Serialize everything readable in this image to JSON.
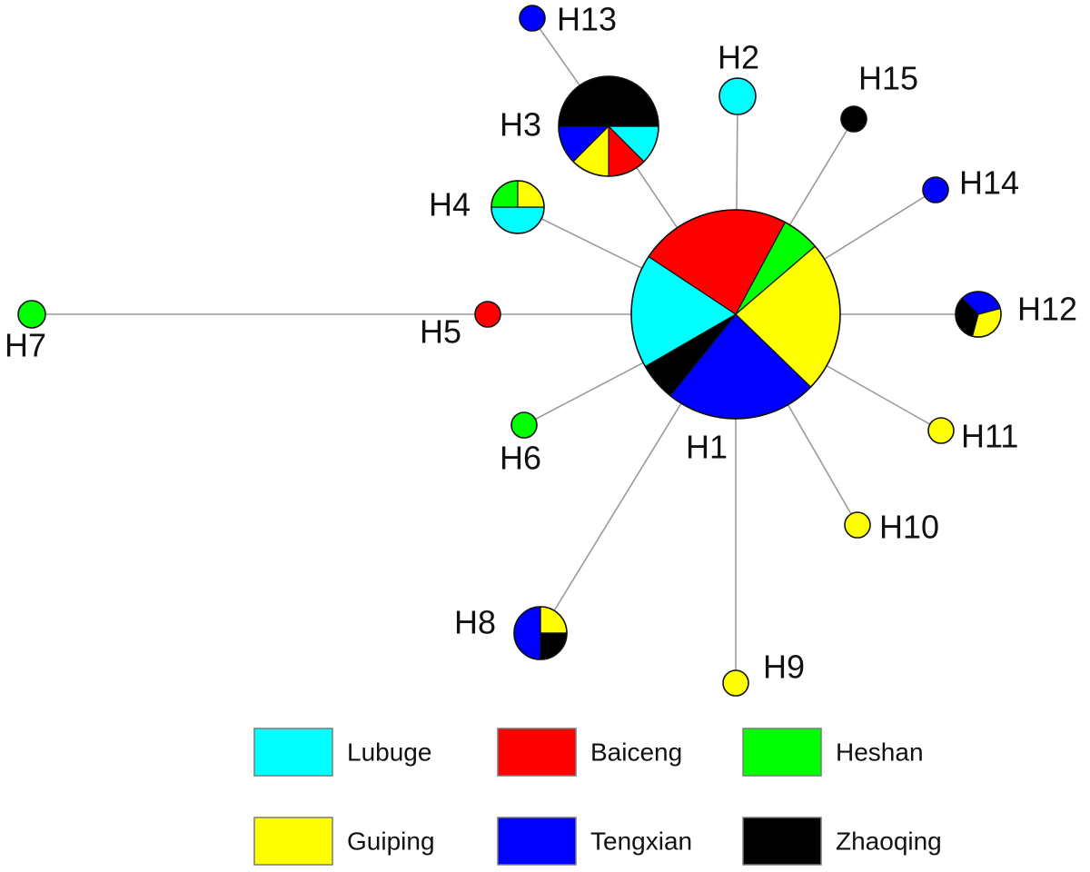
{
  "network": {
    "populations": [
      {
        "key": "lubuge",
        "name": "Lubuge",
        "color": "#00ffff"
      },
      {
        "key": "baiceng",
        "name": "Baiceng",
        "color": "#ff0000"
      },
      {
        "key": "heshan",
        "name": "Heshan",
        "color": "#00ff00"
      },
      {
        "key": "guiping",
        "name": "Guiping",
        "color": "#ffff00"
      },
      {
        "key": "tengxian",
        "name": "Tengxian",
        "color": "#0000ff"
      },
      {
        "key": "zhaoqing",
        "name": "Zhaoqing",
        "color": "#000000"
      }
    ],
    "haplotypes": [
      {
        "id": "H1",
        "label": "H1",
        "composition": [
          [
            "lubuge",
            3
          ],
          [
            "baiceng",
            4
          ],
          [
            "heshan",
            1
          ],
          [
            "guiping",
            4
          ],
          [
            "tengxian",
            4
          ],
          [
            "zhaoqing",
            1
          ]
        ]
      },
      {
        "id": "H2",
        "label": "H2",
        "composition": [
          [
            "lubuge",
            1
          ]
        ]
      },
      {
        "id": "H3",
        "label": "H3",
        "composition": [
          [
            "lubuge",
            1
          ],
          [
            "baiceng",
            1
          ],
          [
            "guiping",
            1
          ],
          [
            "tengxian",
            1
          ],
          [
            "zhaoqing",
            4
          ]
        ]
      },
      {
        "id": "H4",
        "label": "H4",
        "composition": [
          [
            "lubuge",
            2
          ],
          [
            "heshan",
            1
          ],
          [
            "guiping",
            1
          ]
        ]
      },
      {
        "id": "H5",
        "label": "H5",
        "composition": [
          [
            "baiceng",
            1
          ]
        ]
      },
      {
        "id": "H6",
        "label": "H6",
        "composition": [
          [
            "heshan",
            1
          ]
        ]
      },
      {
        "id": "H7",
        "label": "H7",
        "composition": [
          [
            "heshan",
            1
          ]
        ]
      },
      {
        "id": "H8",
        "label": "H8",
        "composition": [
          [
            "guiping",
            1
          ],
          [
            "zhaoqing",
            1
          ],
          [
            "tengxian",
            2
          ]
        ]
      },
      {
        "id": "H9",
        "label": "H9",
        "composition": [
          [
            "guiping",
            1
          ]
        ]
      },
      {
        "id": "H10",
        "label": "H10",
        "composition": [
          [
            "guiping",
            1
          ]
        ]
      },
      {
        "id": "H11",
        "label": "H11",
        "composition": [
          [
            "guiping",
            1
          ]
        ]
      },
      {
        "id": "H12",
        "label": "H12",
        "composition": [
          [
            "guiping",
            1
          ],
          [
            "zhaoqing",
            1
          ],
          [
            "tengxian",
            1
          ]
        ]
      },
      {
        "id": "H13",
        "label": "H13",
        "composition": [
          [
            "tengxian",
            1
          ]
        ]
      },
      {
        "id": "H14",
        "label": "H14",
        "composition": [
          [
            "tengxian",
            1
          ]
        ]
      },
      {
        "id": "H15",
        "label": "H15",
        "composition": [
          [
            "zhaoqing",
            1
          ]
        ]
      }
    ],
    "links": [
      [
        "H1",
        "H2"
      ],
      [
        "H1",
        "H3"
      ],
      [
        "H1",
        "H4"
      ],
      [
        "H1",
        "H5"
      ],
      [
        "H1",
        "H6"
      ],
      [
        "H1",
        "H8"
      ],
      [
        "H1",
        "H9"
      ],
      [
        "H1",
        "H10"
      ],
      [
        "H1",
        "H11"
      ],
      [
        "H1",
        "H12"
      ],
      [
        "H1",
        "H14"
      ],
      [
        "H1",
        "H15"
      ],
      [
        "H3",
        "H13"
      ],
      [
        "H5",
        "H7"
      ]
    ]
  }
}
